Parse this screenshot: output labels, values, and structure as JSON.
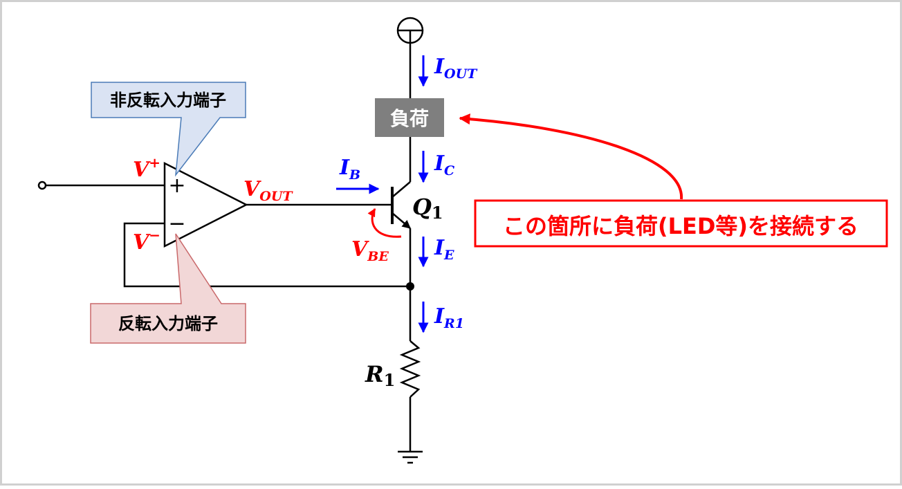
{
  "labels": {
    "non_inverting_callout": "非反転入力端子",
    "inverting_callout": "反転入力端子",
    "load": "負荷",
    "load_note": "この箇所に負荷(LED等)を接続する",
    "v_plus_main": "V",
    "v_plus_sup": "+",
    "v_minus_main": "V",
    "v_minus_sup": "−",
    "vout_main": "V",
    "vout_sub": "OUT",
    "ib_main": "I",
    "ib_sub": "B",
    "vbe_main": "V",
    "vbe_sub": "BE",
    "q1_main": "Q",
    "q1_sub": "1",
    "iout_main": "I",
    "iout_sub": "OUT",
    "ic_main": "I",
    "ic_sub": "C",
    "ie_main": "I",
    "ie_sub": "E",
    "ir1_main": "I",
    "ir1_sub": "R1",
    "r1_main": "R",
    "r1_sub": "1",
    "opamp_plus": "+",
    "opamp_minus": "−"
  },
  "colors": {
    "voltage": "#ff0000",
    "current": "#0000ff",
    "wire": "#000000",
    "load_box": "#7f7f7f",
    "callout_blue_fill": "#dae3f3",
    "callout_blue_stroke": "#4a7bb7",
    "callout_red_fill": "#f2d7d7",
    "callout_red_stroke": "#c9686a",
    "note_stroke": "#ff0000"
  }
}
